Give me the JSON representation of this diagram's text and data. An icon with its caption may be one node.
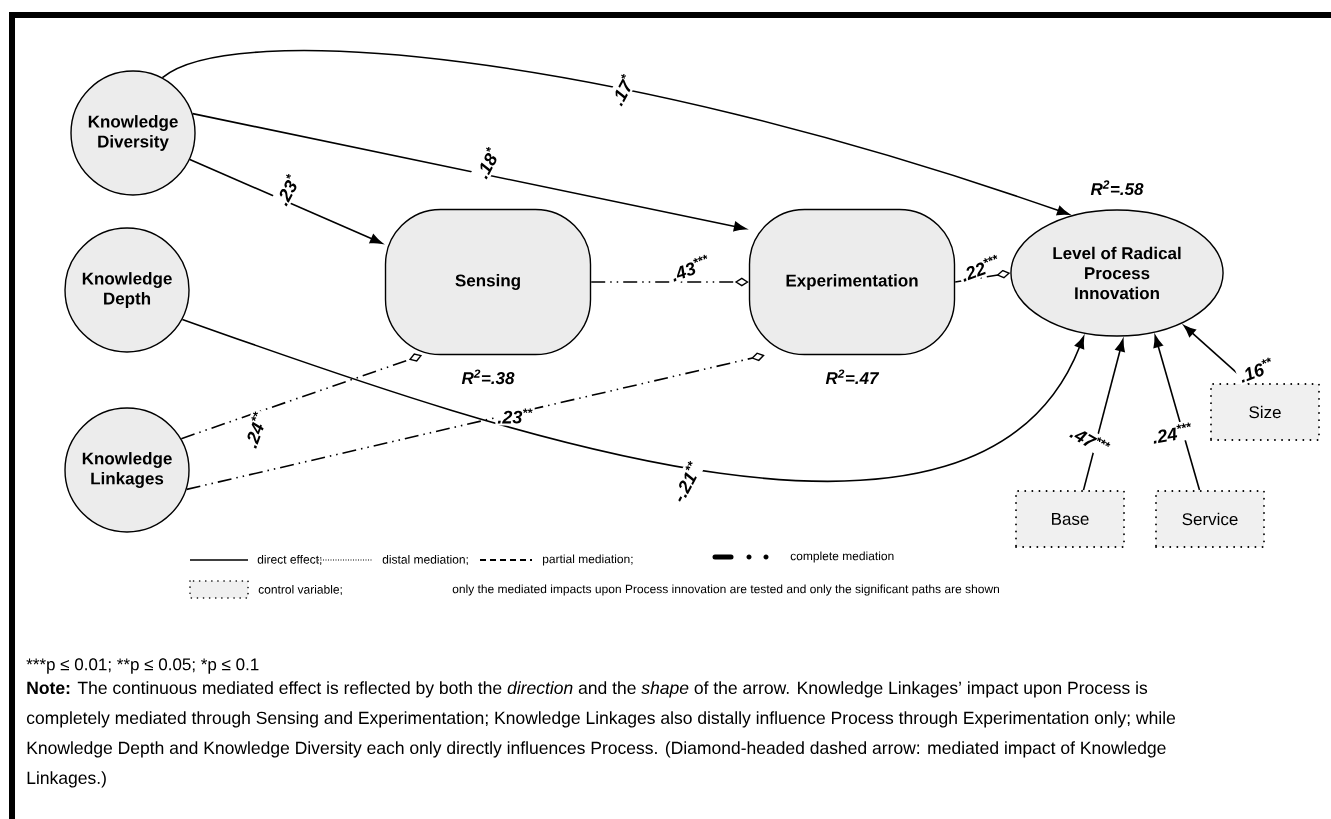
{
  "diagram": {
    "nodes": [
      {
        "text": [
          "Knowledge Diversity"
        ]
      },
      {
        "text": [
          "Knowledge Depth"
        ]
      },
      {
        "text": [
          "Knowledge Linkages"
        ]
      },
      {
        "text": [
          "Sensing"
        ],
        "beside": [
          "R$^{2}$=.38"
        ]
      },
      {
        "text": [
          "Experimentation"
        ],
        "beside": [
          "R$^{2}$=.47"
        ]
      },
      {
        "text": [
          "Level of Radical Process Innovation"
        ],
        "beside": [
          "R$^{2}$=.58"
        ]
      },
      {
        "text": [
          "Size"
        ]
      },
      {
        "text": [
          "Base"
        ]
      },
      {
        "text": [
          "Service"
        ]
      }
    ],
    "edges": [
      {
        "from": 0,
        "to": 5,
        "arrow": "to",
        "label": ".17$^{*}$"
      },
      {
        "from": 0,
        "to": 4,
        "arrow": "to",
        "label": ".18$^{*}$"
      },
      {
        "from": 0,
        "to": 3,
        "arrow": "to",
        "label": ".23$^{*}$"
      },
      {
        "from": 3,
        "to": 4,
        "arrow": "other",
        "style": "dashed",
        "label": ".43$^{***}$"
      },
      {
        "from": 4,
        "to": 5,
        "arrow": "other",
        "style": "dashed",
        "label": ".22$^{***}$"
      },
      {
        "from": 2,
        "to": 3,
        "arrow": "other",
        "style": "dashed",
        "label": ".24$^{**}$"
      },
      {
        "from": 2,
        "to": 4,
        "arrow": "other",
        "style": "dashed",
        "label": ".23$^{**}$"
      },
      {
        "from": 1,
        "to": 5,
        "arrow": "to",
        "label": "-.21$^{**}$"
      },
      {
        "from": 7,
        "to": 5,
        "arrow": "to",
        "label": ".47$^{***}$"
      },
      {
        "from": 8,
        "to": 5,
        "arrow": "to",
        "label": ".24$^{***}$"
      },
      {
        "from": 6,
        "to": 5,
        "arrow": "to",
        "label": ".16$^{**}$"
      }
    ],
    "labels": [
      "only the mediated impacts upon Process innovation are tested and only the significant paths are shown",
      "***p ≤ 0.01; **p ≤ 0.05; *p ≤ 0.1",
      "**Note:** The continuous mediated effect is reflected by both the *direction* and the *shape* of the arrow. Knowledge Linkages’ impact upon Process is completely mediated through Sensing and Experimentation; Knowledge Linkages also distally influence Process through Experimentation only; while Knowledge Depth and Knowledge Diversity each only directly influences Process. (Diamond-headed dashed arrow: mediated impact of Knowledge Linkages.)"
    ],
    "legend": [
      {
        "text": "direct effect;"
      },
      {
        "text": "distal mediation;"
      },
      {
        "text": "partial mediation;"
      },
      {
        "text": "complete mediation"
      },
      {
        "text": "control variable;"
      }
    ]
  }
}
